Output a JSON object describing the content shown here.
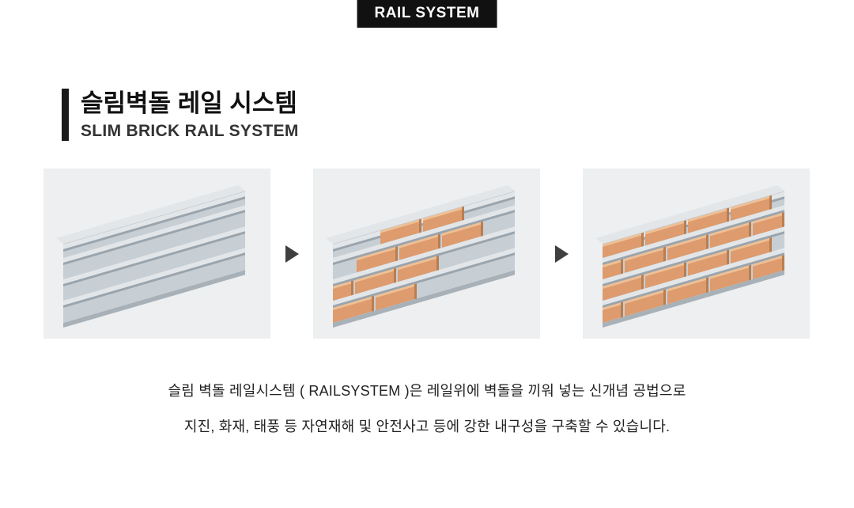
{
  "badge": {
    "label": "RAIL SYSTEM"
  },
  "heading": {
    "title": "슬림벽돌 레일 시스템",
    "subtitle": "SLIM BRICK RAIL SYSTEM"
  },
  "steps": [
    {
      "id": "rail-only",
      "label": "rail frame only"
    },
    {
      "id": "rail-partial-bricks",
      "label": "bricks being inserted on rails"
    },
    {
      "id": "rail-full-bricks",
      "label": "completed slim brick wall"
    }
  ],
  "description": {
    "line1": "슬림 벽돌 레일시스템 ( RAILSYSTEM )은 레일위에 벽돌을 끼워 넣는 신개념 공법으로",
    "line2": "지진, 화재, 태풍 등 자연재해 및 안전사고 등에 강한 내구성을 구축할 수 있습니다."
  },
  "colors": {
    "badge_bg": "#111111",
    "badge_text": "#ffffff",
    "accent_bar": "#1a1a1a",
    "panel_bg": "#edeff1",
    "rail_gray": "#c7ced4",
    "rail_light": "#e2e6e9",
    "rail_dark": "#9aa4ac",
    "rail_bottom": "#a8b1b8",
    "brick_face": "#dd9b6e",
    "brick_light": "#eec096",
    "brick_dark": "#b97e4f",
    "arrow": "#3f3f3f",
    "text_dark": "#222222"
  }
}
